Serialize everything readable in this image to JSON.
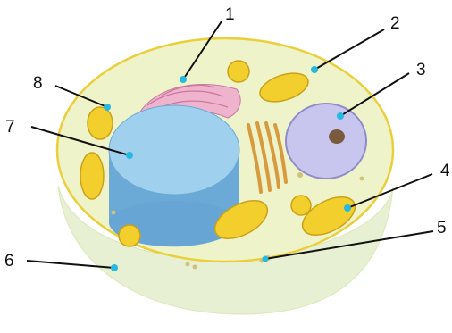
{
  "labels": [
    {
      "id": "1",
      "text": "1"
    },
    {
      "id": "2",
      "text": "2"
    },
    {
      "id": "3",
      "text": "3"
    },
    {
      "id": "4",
      "text": "4"
    },
    {
      "id": "5",
      "text": "5"
    },
    {
      "id": "6",
      "text": "6"
    },
    {
      "id": "7",
      "text": "7"
    },
    {
      "id": "8",
      "text": "8"
    }
  ],
  "colors": {
    "cell_surface": "#eef3c8",
    "cell_bowl": "#e6efcf",
    "membrane": "#e9cf3a",
    "nucleus": "#79b8e0",
    "nucleus_top": "#9fd0ee",
    "er_rough": "#e9a3c2",
    "golgi": "#d89a3e",
    "small_body": "#c8c6ee",
    "mitochondria": "#f2cf2c",
    "pointer_dot": "#27b9e0",
    "pointer_line": "#111111"
  }
}
